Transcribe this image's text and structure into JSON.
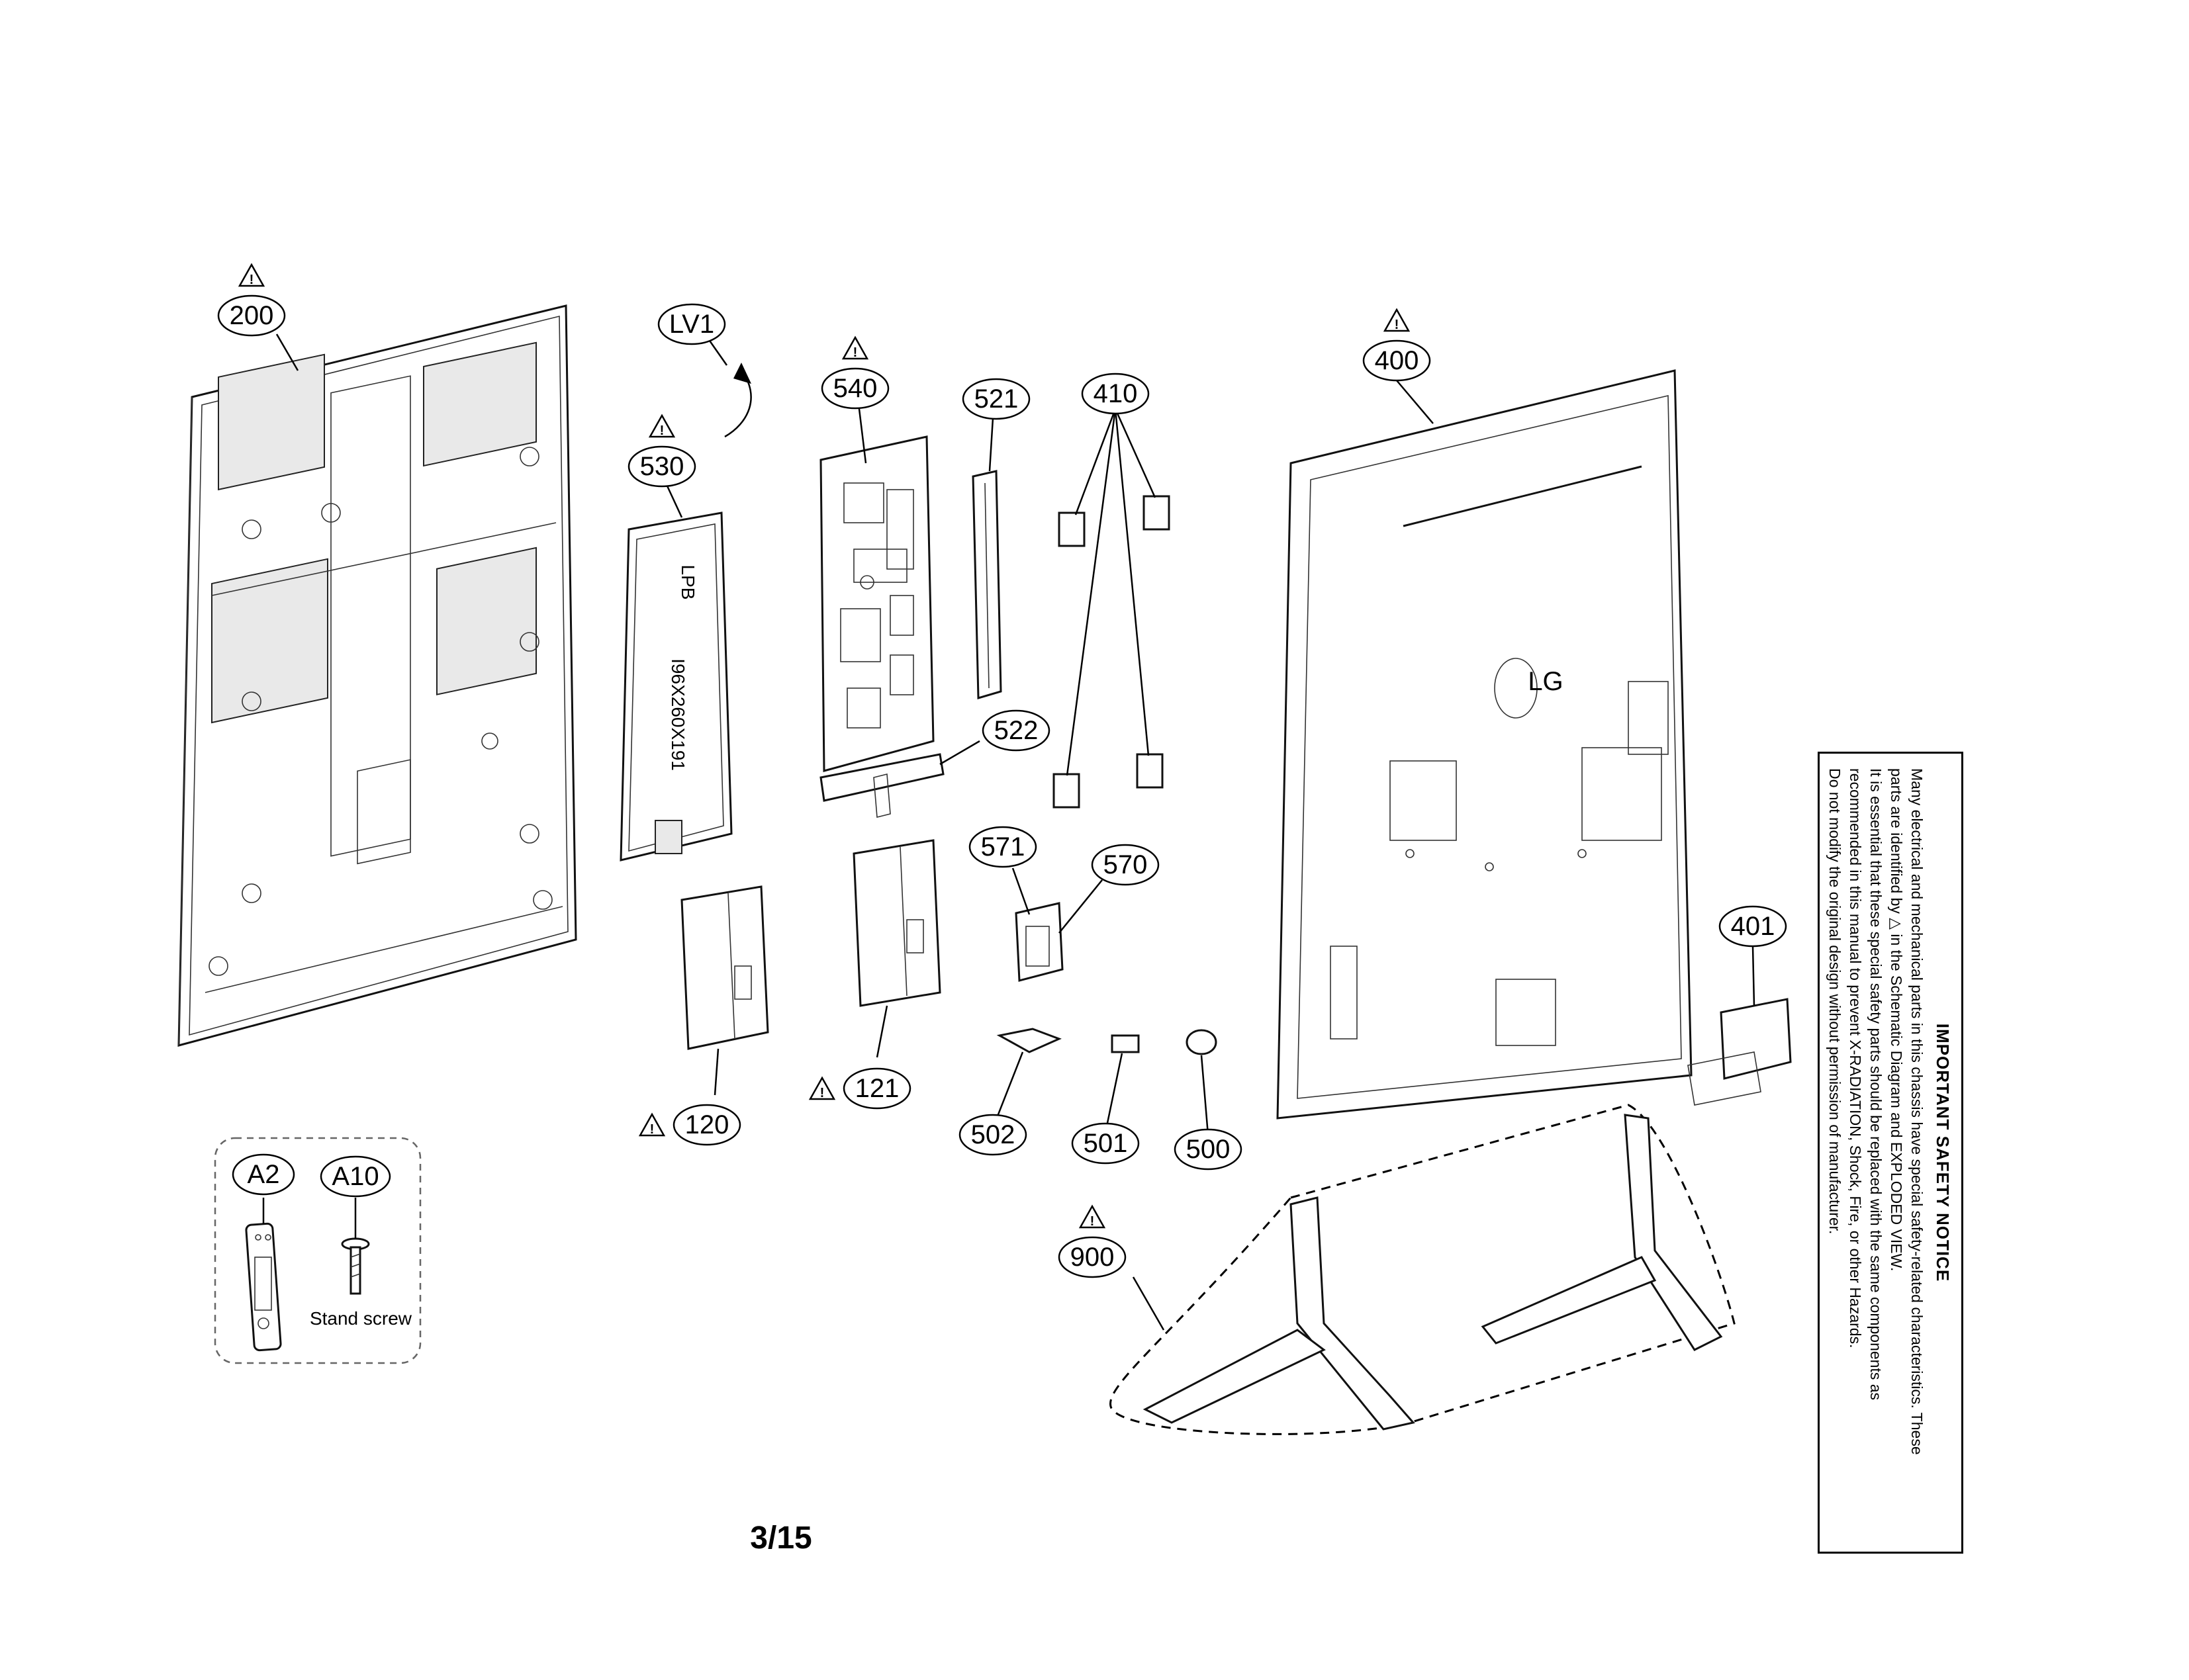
{
  "diagram": {
    "page_number": "3/15",
    "warning_symbol": "warning-triangle-icon",
    "parts": [
      {
        "id": "200"
      },
      {
        "id": "LV1"
      },
      {
        "id": "530"
      },
      {
        "id": "540"
      },
      {
        "id": "521"
      },
      {
        "id": "410"
      },
      {
        "id": "400"
      },
      {
        "id": "522"
      },
      {
        "id": "571"
      },
      {
        "id": "570"
      },
      {
        "id": "401"
      },
      {
        "id": "120"
      },
      {
        "id": "121"
      },
      {
        "id": "502"
      },
      {
        "id": "501"
      },
      {
        "id": "500"
      },
      {
        "id": "900"
      },
      {
        "id": "A2"
      },
      {
        "id": "A10"
      }
    ],
    "accessory_caption": "Stand screw",
    "panel_text_1": "LPB",
    "panel_text_2": "I96X260X191",
    "logo_text": "LG"
  },
  "notice": {
    "title": "IMPORTANT SAFETY NOTICE",
    "line1": "Many electrical and mechanical parts in this chassis have special safety-related characteristics. These",
    "line2_a": "parts are identified by",
    "line2_b": "in the Schematic Diagram and EXPLODED VIEW.",
    "line3": "It is essential that these special safety parts should be replaced with the same components as",
    "line4": "recommended in this manual to prevent X-RADIATION, Shock, Fire, or other Hazards.",
    "line5": "Do not modify the original design without permission of manufacturer."
  }
}
